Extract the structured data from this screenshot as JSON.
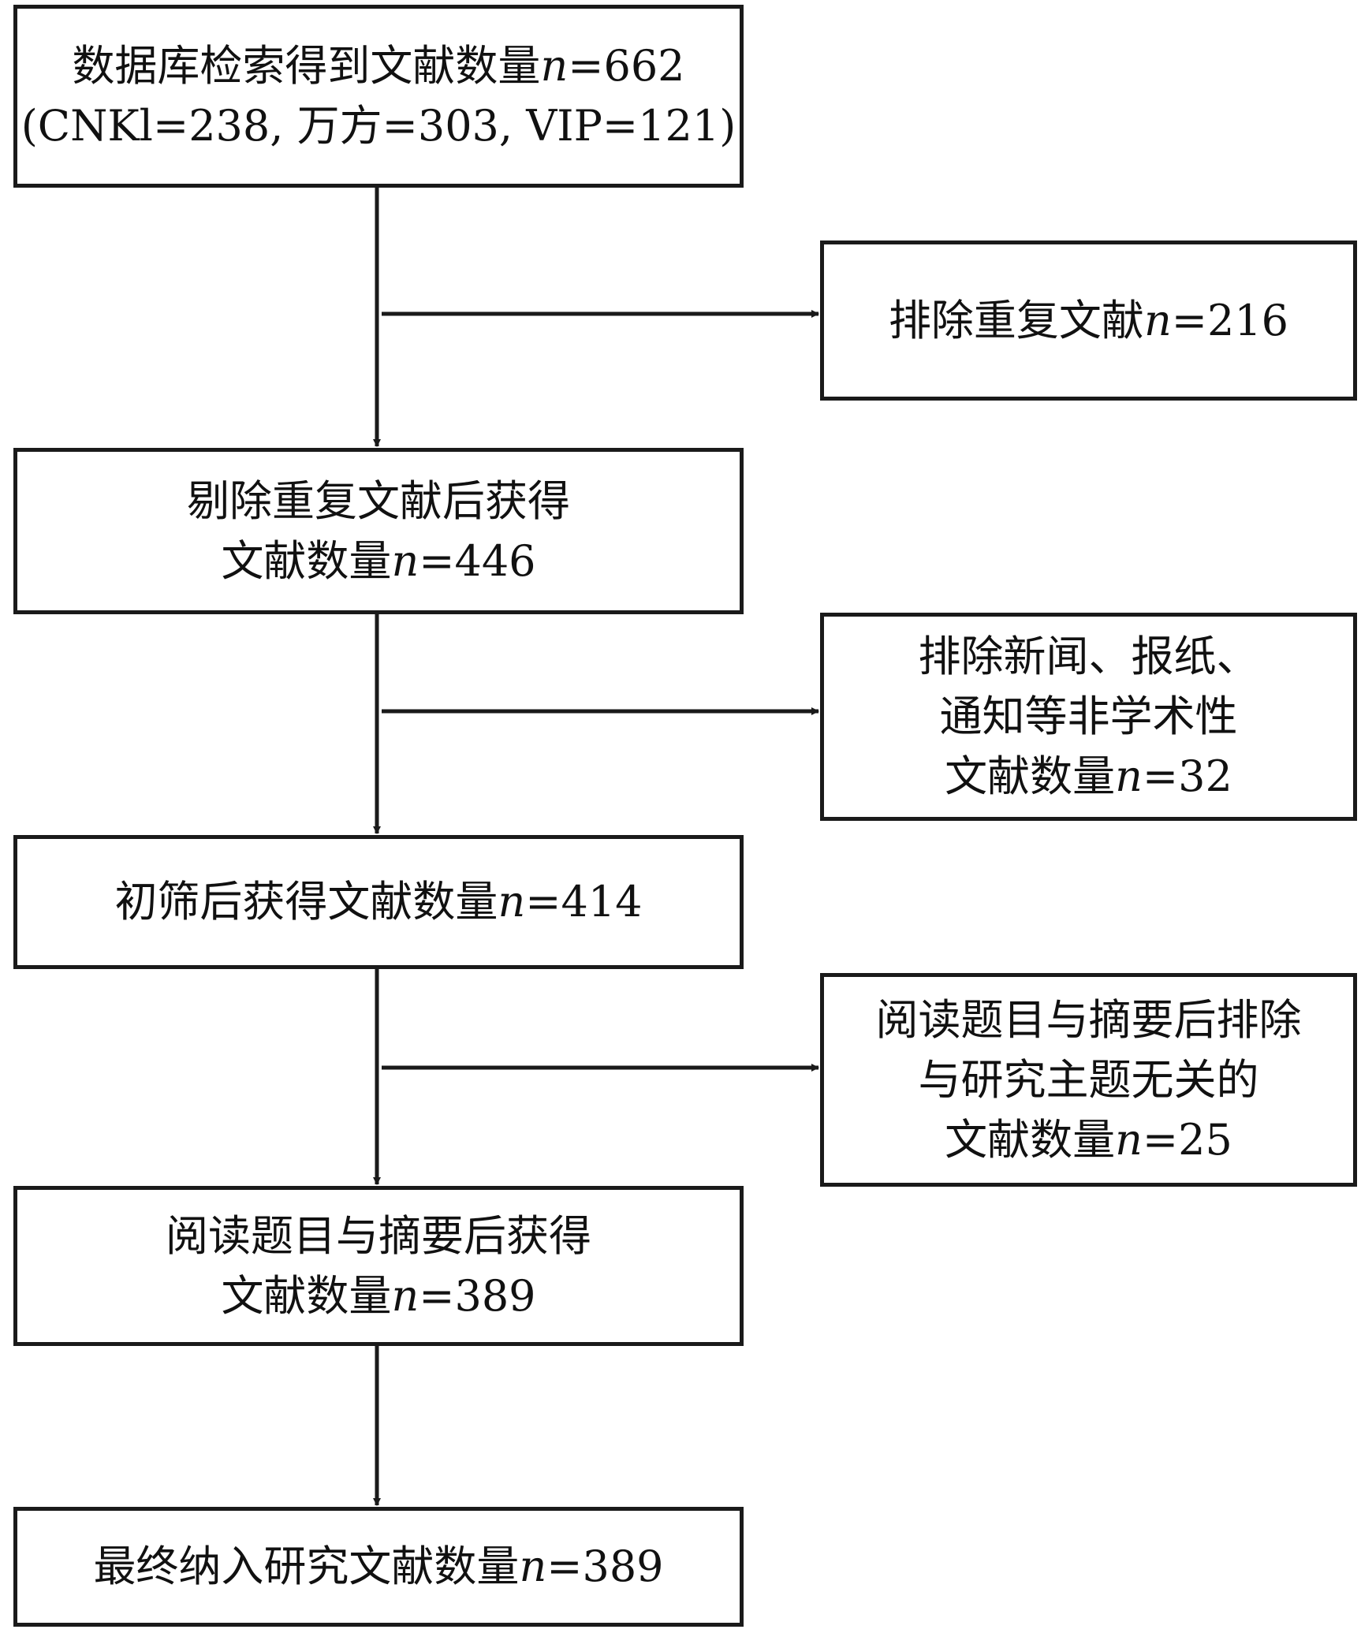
{
  "boxes": {
    "search": {
      "line1": "数据库检索得到文献数量",
      "n1": "n",
      "v1": "=662",
      "line2": "(CNKl=238, 万方=303, VIP=121)"
    },
    "exclude_duplicates": {
      "text": "排除重复文献",
      "n": "n",
      "v": "=216"
    },
    "after_dedup": {
      "line1": "剔除重复文献后获得",
      "line2": "文献数量",
      "n": "n",
      "v": "=446"
    },
    "exclude_nonacademic": {
      "line1": "排除新闻、报纸、",
      "line2": "通知等非学术性",
      "line3": "文献数量",
      "n": "n",
      "v": "=32"
    },
    "after_initial_screen": {
      "text": "初筛后获得文献数量",
      "n": "n",
      "v": "=414"
    },
    "exclude_irrelevant": {
      "line1": "阅读题目与摘要后排除",
      "line2": "与研究主题无关的",
      "line3": "文献数量",
      "n": "n",
      "v": "=25"
    },
    "after_abstract_review": {
      "line1": "阅读题目与摘要后获得",
      "line2": "文献数量",
      "n": "n",
      "v": "=389"
    },
    "final_included": {
      "text": "最终纳入研究文献数量",
      "n": "n",
      "v": "=389"
    }
  },
  "colors": {
    "stroke": "#1a1a1a",
    "text": "#111111",
    "background": "#ffffff"
  }
}
